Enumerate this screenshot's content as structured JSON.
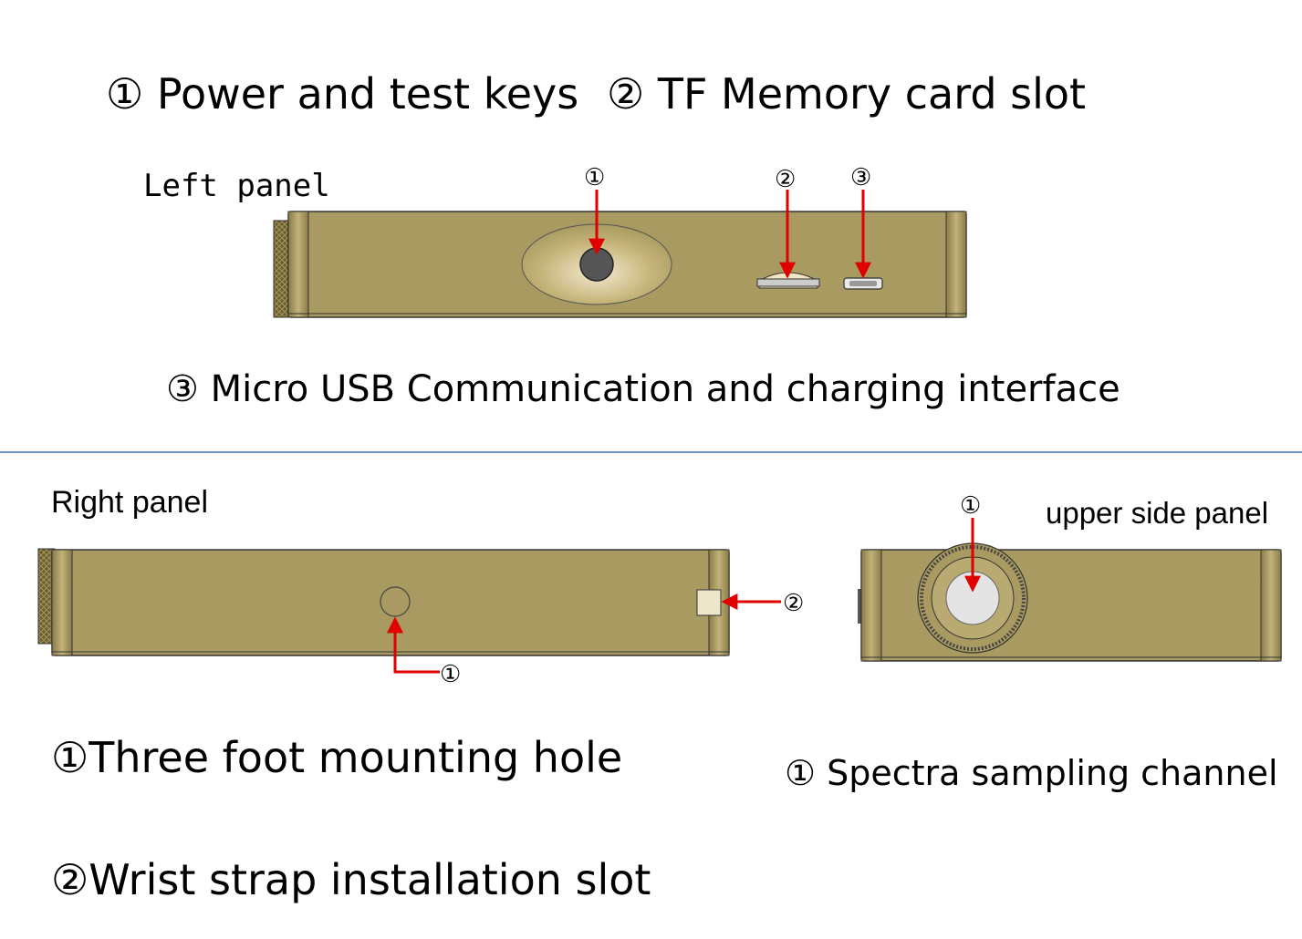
{
  "top_legend": {
    "item1_num": "①",
    "item1_text": "Power and test keys",
    "item2_num": "②",
    "item2_text": "TF Memory card slot",
    "item3_num": "③",
    "item3_text": "Micro USB Communication and charging interface"
  },
  "left_panel": {
    "title": "Left panel",
    "callouts": [
      "①",
      "②",
      "③"
    ]
  },
  "right_panel": {
    "title": "Right panel",
    "callouts": [
      "①",
      "②"
    ]
  },
  "upper_panel": {
    "title": "upper side panel",
    "callouts": [
      "①"
    ]
  },
  "bottom_legend": {
    "item1": "①Three foot mounting hole",
    "item2": "②Wrist strap installation slot",
    "item3": "① Spectra sampling channel"
  },
  "colors": {
    "body": "#a89a60",
    "body_dark": "#7d7040",
    "arrow": "#e00000",
    "divider": "#6f8fc8"
  }
}
